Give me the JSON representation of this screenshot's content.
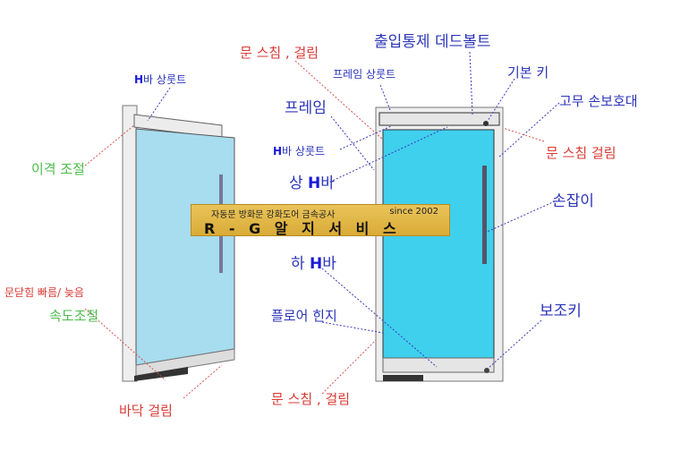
{
  "sign": {
    "subtitle": "자동문 방화문 강화도어 금속공사",
    "since": "since 2002",
    "name": "R - G 알 지 서 비 스"
  },
  "labels": {
    "left_hbar_top": {
      "prefix": "H",
      "text": "바 상룻트"
    },
    "gap_adjust": "이격 조절",
    "close_speed": "문닫힘 빠름/ 늦음",
    "speed_adjust": "속도조절",
    "floor_catch": "바닥 걸림",
    "rub_catch_top": "문 스침 , 걸림",
    "deadbolt": "출입통제 데드볼트",
    "frame_top_rail": "프레임 상룻트",
    "basic_key": "기본 키",
    "rubber_guard": "고무 손보호대",
    "frame": "프레임",
    "right_hbar_top": {
      "prefix": "H",
      "text": "바 상룻트"
    },
    "rub_catch_right": "문 스침 걸림",
    "upper_hbar": {
      "pre": "상 ",
      "prefix": "H",
      "text": "바"
    },
    "handle": "손잡이",
    "lower_hbar": {
      "pre": "하 ",
      "prefix": "H",
      "text": "바"
    },
    "floor_hinge": "플로어 힌지",
    "aux_key": "보조키",
    "rub_catch_bottom": "문 스침 , 걸림"
  },
  "colors": {
    "glass_left": "#a8dcef",
    "glass_right": "#3fd0ee",
    "label_blue": "#2c35b8",
    "label_red": "#d83a34",
    "label_green": "#4cbb4c"
  }
}
